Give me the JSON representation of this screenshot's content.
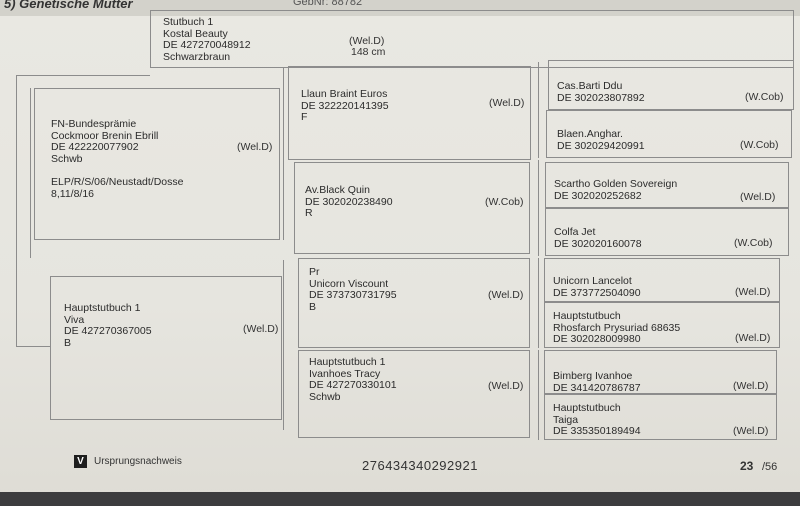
{
  "header": {
    "title": "5) Genetische Mutter",
    "geb_nr": "GebNr:  88782"
  },
  "subject": {
    "lines": "Stutbuch 1\nKostal Beauty\nDE 427270048912\nSchwarzbraun",
    "breed": "(Wel.D)",
    "height": "148 cm"
  },
  "parents": {
    "sire": {
      "lines": "FN-Bundesprämie\nCockmoor Brenin Ebrill\nDE 422220077902\nSchwb",
      "code": "(Wel.D)",
      "extra": "ELP/R/S/06/Neustadt/Dosse\n8,11/8/16"
    },
    "dam": {
      "lines": "Hauptstutbuch 1\nViva\nDE 427270367005\nB",
      "code": "(Wel.D)"
    }
  },
  "grandparents": [
    {
      "lines": "Llaun Braint Euros\nDE 322220141395\nF",
      "code": "(Wel.D)"
    },
    {
      "lines": "Av.Black Quin\nDE 302020238490\nR",
      "code": "(W.Cob)"
    },
    {
      "lines": "Pr\nUnicorn Viscount\nDE 373730731795\nB",
      "code": "(Wel.D)"
    },
    {
      "lines": "Hauptstutbuch 1\nIvanhoes Tracy\nDE 427270330101\nSchwb",
      "code": "(Wel.D)"
    }
  ],
  "great_grandparents": [
    {
      "lines": "Cas.Barti Ddu\nDE 302023807892",
      "code": "(W.Cob)"
    },
    {
      "lines": "Blaen.Anghar.\nDE 302029420991",
      "code": "(W.Cob)"
    },
    {
      "lines": "Scartho Golden Sovereign\nDE 302020252682",
      "code": "(Wel.D)"
    },
    {
      "lines": "Colfa Jet\nDE 302020160078",
      "code": "(W.Cob)"
    },
    {
      "lines": "Unicorn Lancelot\nDE 373772504090",
      "code": "(Wel.D)"
    },
    {
      "lines": "Hauptstutbuch\nRhosfarch Prysuriad 68635\nDE 302028009980",
      "code": "(Wel.D)"
    },
    {
      "lines": "Bimberg Ivanhoe\nDE 341420786787",
      "code": "(Wel.D)"
    },
    {
      "lines": "Hauptstutbuch\nTaiga\nDE 335350189494",
      "code": "(Wel.D)"
    }
  ],
  "footer": {
    "badge": "V",
    "label": "Ursprungsnachweis",
    "number": "276434340292921",
    "page": "23",
    "total": "/56"
  }
}
